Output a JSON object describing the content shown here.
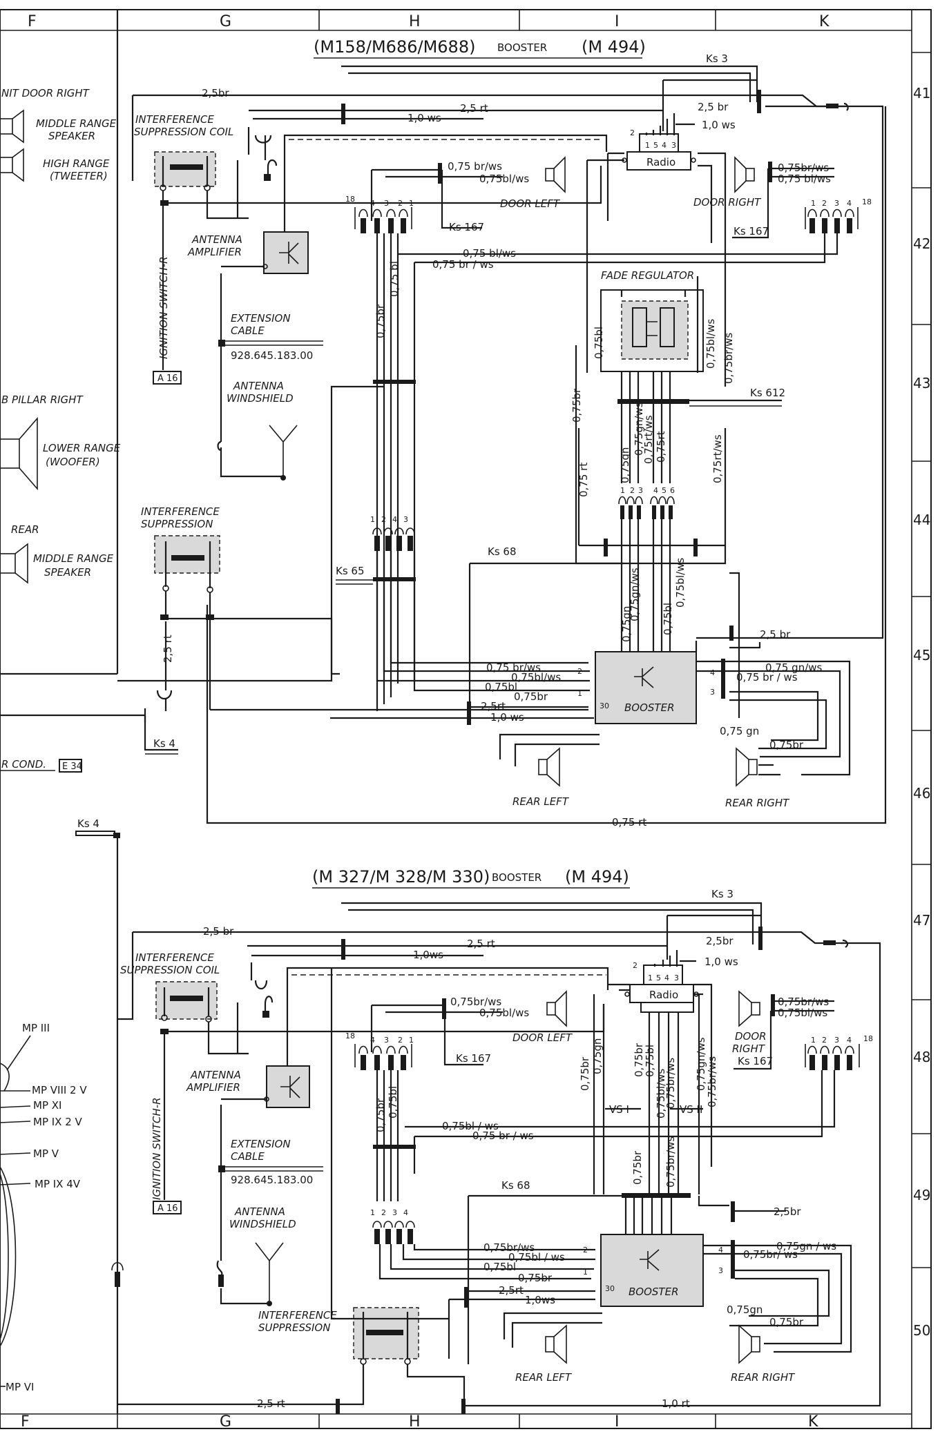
{
  "columns": [
    "F",
    "G",
    "H",
    "I",
    "K"
  ],
  "rows": [
    "41",
    "42",
    "43",
    "44",
    "45",
    "46",
    "47",
    "48",
    "49",
    "50"
  ],
  "top_section": {
    "title_models": "(M158/M686/M688)",
    "title_booster": "BOOSTER",
    "title_option": "(M 494)",
    "ks3": "Ks 3",
    "w_2_5br": "2,5br",
    "w_2_5rt": "2,5 rt",
    "w_1_0ws": "1,0 ws",
    "w_1_0ws_b": "1,0 ws",
    "w_2_5br_r": "2,5 br",
    "radio": "Radio",
    "interference_coil_1": "INTERFERENCE",
    "interference_coil_2": "SUPPRESSION COIL",
    "antenna_amp_1": "ANTENNA",
    "antenna_amp_2": "AMPLIFIER",
    "ignition": "IGNITION SWITCH-R",
    "a16": "A 16",
    "ext_cable_1": "EXTENSION",
    "ext_cable_2": "CABLE",
    "ext_part": "928.645.183.00",
    "ant_wind_1": "ANTENNA",
    "ant_wind_2": "WINDSHIELD",
    "door_left": "DOOR LEFT",
    "door_right": "DOOR RIGHT",
    "dl_brws": "0,75 br/ws",
    "dl_blws": "0,75bl/ws",
    "dr_brws": "0,75br/ws",
    "dr_blws": "0,75 bl/ws",
    "ks167_l": "Ks 167",
    "ks167_r": "Ks 167",
    "h_blws": "0,75 bl/ws",
    "h_brws": "0,75 br / ws",
    "v_br": "0,75br",
    "v_bl": "0,75 bl",
    "fade": "FADE REGULATOR",
    "f_bl": "0,75bl",
    "f_blws": "0,75bl/ws",
    "f_brws": "0,75br/ws",
    "f_br": "0,75br",
    "ks612": "Ks 612",
    "v_rt": "0,75 rt",
    "v_gn": "0,75gn",
    "v_gnws": "0,75gn/ws",
    "v_rtws": "0,75rt/ws",
    "v_rtws2": "0,75rt/ws",
    "v_rt2": "0,75rt",
    "ks68": "Ks 68",
    "ks65": "Ks 65",
    "isupp_1": "INTERFERENCE",
    "isupp_2": "SUPPRESSION",
    "b_gn": "0,75gn",
    "b_gnws": "0,75gn/ws",
    "b_bl": "0,75bl",
    "b_blws": "0,75bl/ws",
    "b_br": "2,5 br",
    "bl_brws": "0,75 br/ws",
    "bl_blws": "0,75bl/ws",
    "bl_bl": "0,75bl",
    "bl_br": "0,75br",
    "bl_rt": "2,5rt",
    "bl_ws": "1,0 ws",
    "br_gnws": "0,75 gn/ws",
    "br_brws": "0,75 br / ws",
    "booster": "BOOSTER",
    "pin30": "30",
    "rr_gn": "0,75 gn",
    "rr_br": "0,75br",
    "rear_left": "REAR LEFT",
    "rear_right": "REAR RIGHT",
    "bottom_rt": "0,75 rt",
    "v2_5rt": "2,5 rt",
    "ks4": "Ks 4",
    "left_2_5rt": "2,5 rt"
  },
  "left_strip": {
    "unit_door_right": "NIT DOOR RIGHT",
    "mid_range_1": "MIDDLE RANGE",
    "mid_range_2": "SPEAKER",
    "high_range_1": "HIGH RANGE",
    "high_range_2": "(TWEETER)",
    "b_pillar": "B PILLAR RIGHT",
    "lower_range_1": "LOWER RANGE",
    "lower_range_2": "(WOOFER)",
    "rear": "REAR",
    "mid_range_3": "MIDDLE RANGE",
    "mid_range_4": "SPEAKER",
    "air_cond": "R COND.",
    "e34": "E 34",
    "ks4": "Ks 4",
    "mp3": "MP III",
    "mp8": "MP VIII  2 V",
    "mp11": "MP XI",
    "mp9": "MP IX  2 V",
    "mp5": "MP V",
    "mp9b": "MP IX  4V",
    "mp6": "MP VI"
  },
  "bottom_section": {
    "title_models": "(M 327/M 328/M 330)",
    "title_booster": "BOOSTER",
    "title_option": "(M 494)",
    "ks3": "Ks 3",
    "w_2_5br": "2,5 br",
    "w_2_5rt": "2,5 rt",
    "w_1_0ws": "1,0ws",
    "w_2_5br_r": "2,5br",
    "w_1_0ws_r": "1,0 ws",
    "radio": "Radio",
    "interference_coil_1": "INTERFERENCE",
    "interference_coil_2": "SUPPRESSION COIL",
    "antenna_amp_1": "ANTENNA",
    "antenna_amp_2": "AMPLIFIER",
    "ignition": "IGNITION SWITCH-R",
    "a16": "A 16",
    "ext_cable_1": "EXTENSION",
    "ext_cable_2": "CABLE",
    "ext_part": "928.645.183.00",
    "ant_wind_1": "ANTENNA",
    "ant_wind_2": "WINDSHIELD",
    "door_left": "DOOR LEFT",
    "door_right_1": "DOOR",
    "door_right_2": "RIGHT",
    "dl_brws": "0,75br/ws",
    "dl_blws": "0,75bl/ws",
    "dr_brws": "0,75br/ws",
    "dr_blws": "0,75bl/ws",
    "ks167_l": "Ks 167",
    "ks167_r": "Ks 167",
    "h_blws": "0,75bl / ws",
    "h_brws": "0,75 br / ws",
    "v_br": "0,75br",
    "v_bl": "0,75bl",
    "v_br2": "0,75br",
    "v_gn": "0,75gn",
    "v_bl2": "0,75bl",
    "v_blws": "0,75bl/ws",
    "v_brws": "0,75br/ws",
    "v_gnws": "0,75gn/ws",
    "v_brws2": "0,75br/ws",
    "vs1": "VS I",
    "vs2": "VS II",
    "ks68": "Ks 68",
    "v_br3": "0,75br",
    "v_brws3": "0,75br/ws",
    "b_br": "2,5br",
    "bl_brws": "0,75br/ws",
    "bl_blws": "0,75bl / ws",
    "bl_bl": "0,75bl",
    "bl_br": "0,75br",
    "bl_rt": "2,5rt",
    "bl_ws": "1,0ws",
    "br_gnws": "0,75gn / ws",
    "br_brws": "0,75br/ ws",
    "booster": "BOOSTER",
    "pin30": "30",
    "rr_gn": "0,75gn",
    "rr_br": "0,75br",
    "rear_left": "REAR LEFT",
    "rear_right": "REAR RIGHT",
    "isupp_1": "INTERFERENCE",
    "isupp_2": "SUPPRESSION",
    "bottom_rt_l": "2,5 rt",
    "bottom_rt_r": "1,0 rt"
  }
}
